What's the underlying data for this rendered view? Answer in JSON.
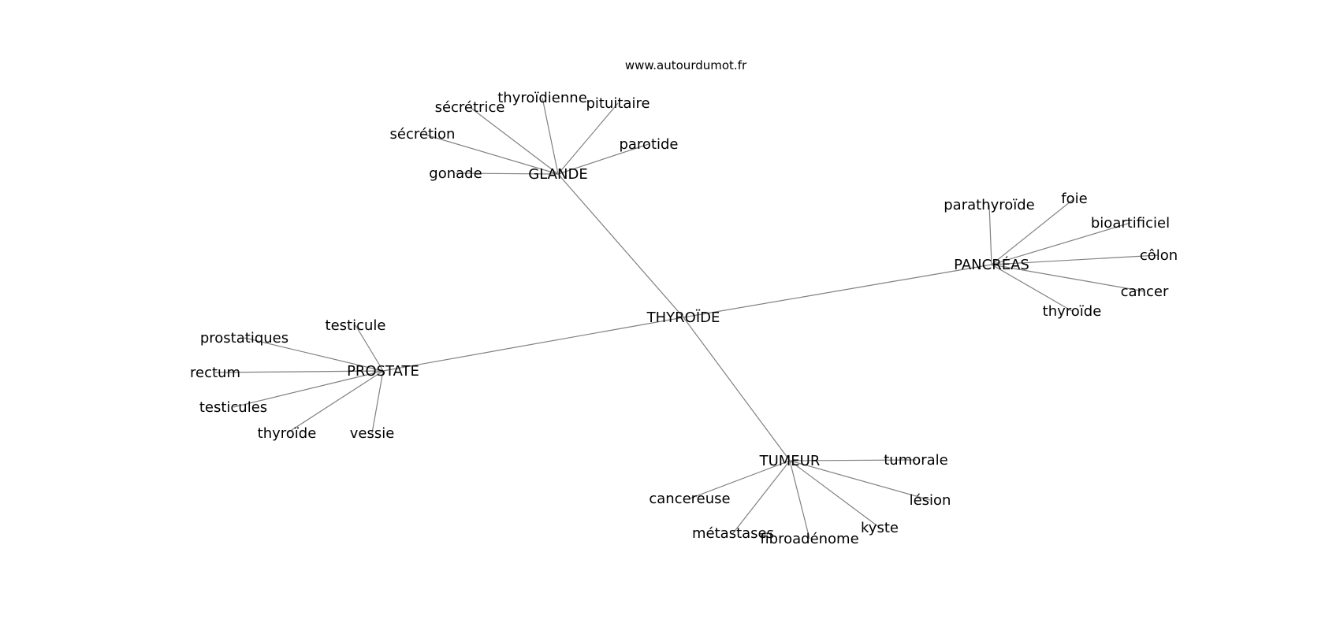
{
  "site": "www.autourdumot.fr",
  "center": "THYROÏDE",
  "hubs": [
    {
      "id": "glande",
      "label": "GLANDE",
      "leaves": [
        "gonade",
        "sécrétion",
        "sécrétrice",
        "thyroïdienne",
        "pituitaire",
        "parotide"
      ]
    },
    {
      "id": "pancreas",
      "label": "PANCRÉAS",
      "leaves": [
        "parathyroïde",
        "foie",
        "bioartificiel",
        "côlon",
        "cancer",
        "thyroïde"
      ]
    },
    {
      "id": "prostate",
      "label": "PROSTATE",
      "leaves": [
        "testicule",
        "prostatiques",
        "rectum",
        "testicules",
        "thyroïde",
        "vessie"
      ]
    },
    {
      "id": "tumeur",
      "label": "TUMEUR",
      "leaves": [
        "tumorale",
        "cancereuse",
        "lésion",
        "kyste",
        "fibroadénome",
        "métastases"
      ]
    }
  ]
}
